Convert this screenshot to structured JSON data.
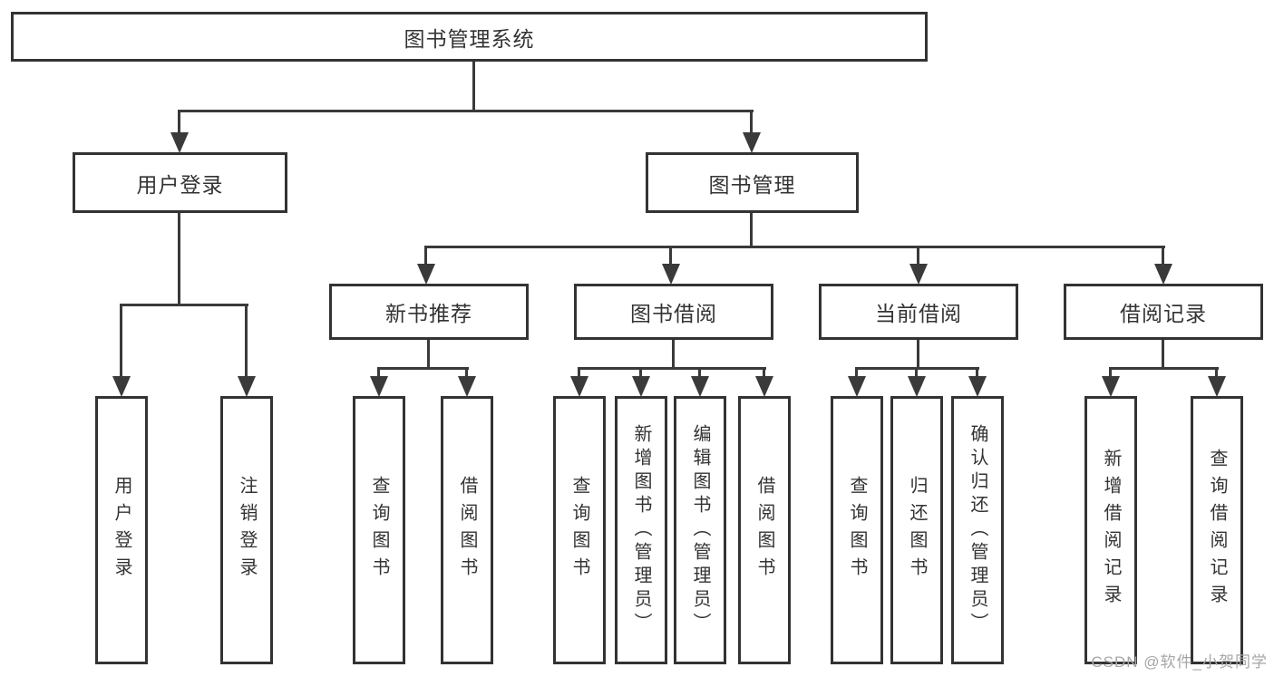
{
  "diagram_title": "图书管理系统",
  "colors": {
    "line": "#3a3a3a",
    "border": "#333333",
    "text": "#333333",
    "watermark": "#a6a6a6",
    "background": "#ffffff"
  },
  "nodes": {
    "root": {
      "label": "图书管理系统"
    },
    "user_login": {
      "label": "用户登录"
    },
    "book_mgmt": {
      "label": "图书管理"
    },
    "new_book_rec": {
      "label": "新书推荐"
    },
    "book_borrow": {
      "label": "图书借阅"
    },
    "current_borrow": {
      "label": "当前借阅"
    },
    "borrow_record": {
      "label": "借阅记录"
    },
    "leaf_user_login": {
      "label": "用户登录"
    },
    "leaf_logout": {
      "label": "注销登录"
    },
    "leaf_rec_query": {
      "label": "查询图书"
    },
    "leaf_rec_borrow": {
      "label": "借阅图书"
    },
    "leaf_bb_query": {
      "label": "查询图书"
    },
    "leaf_bb_add": {
      "label": "新增图书（管理员）"
    },
    "leaf_bb_edit": {
      "label": "编辑图书（管理员）"
    },
    "leaf_bb_borrow": {
      "label": "借阅图书"
    },
    "leaf_cb_query": {
      "label": "查询图书"
    },
    "leaf_cb_return": {
      "label": "归还图书"
    },
    "leaf_cb_confirm": {
      "label": "确认归还（管理员）"
    },
    "leaf_br_add": {
      "label": "新增借阅记录"
    },
    "leaf_br_query": {
      "label": "查询借阅记录"
    }
  },
  "hierarchy": {
    "图书管理系统": {
      "用户登录": [
        "用户登录",
        "注销登录"
      ],
      "图书管理": {
        "新书推荐": [
          "查询图书",
          "借阅图书"
        ],
        "图书借阅": [
          "查询图书",
          "新增图书（管理员）",
          "编辑图书（管理员）",
          "借阅图书"
        ],
        "当前借阅": [
          "查询图书",
          "归还图书",
          "确认归还（管理员）"
        ],
        "借阅记录": [
          "新增借阅记录",
          "查询借阅记录"
        ]
      }
    }
  },
  "watermark": {
    "text": "CSDN @软件_小贺同学"
  }
}
